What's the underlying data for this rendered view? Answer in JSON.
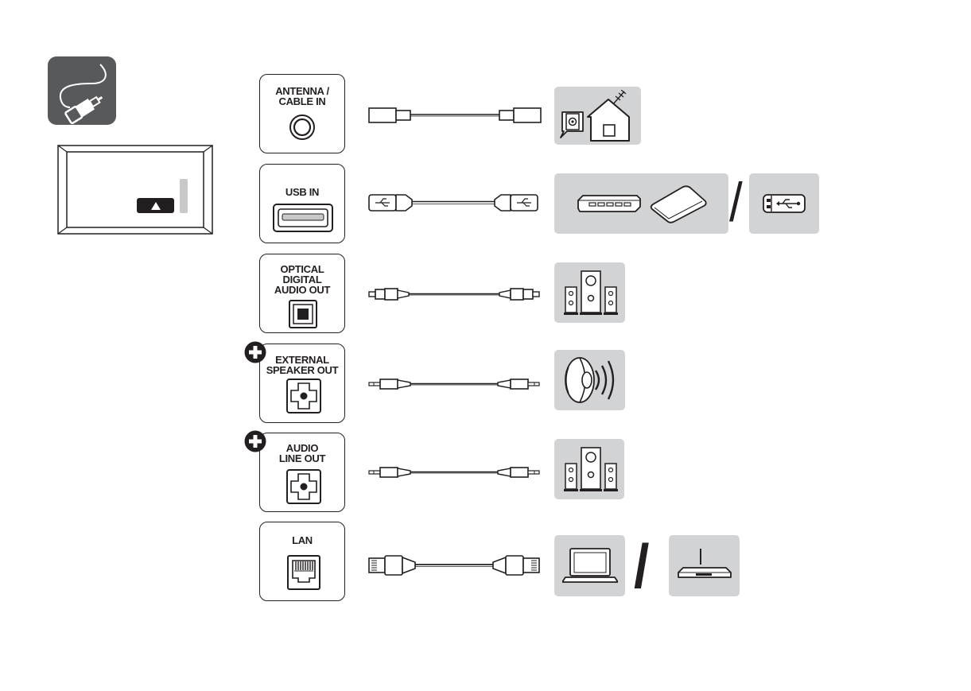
{
  "ports": [
    {
      "id": "antenna",
      "label": "ANTENNA /\nCABLE IN"
    },
    {
      "id": "usb",
      "label": "USB IN"
    },
    {
      "id": "optical",
      "label": "OPTICAL\nDIGITAL\nAUDIO OUT"
    },
    {
      "id": "speaker",
      "label": "EXTERNAL\nSPEAKER OUT"
    },
    {
      "id": "lineout",
      "label": "AUDIO\nLINE OUT"
    },
    {
      "id": "lan",
      "label": "LAN"
    }
  ],
  "separators": [
    "/",
    "/"
  ],
  "colors": {
    "line": "#231f20",
    "panel_gray": "#d2d3d5",
    "icon_tile": "#58595b",
    "tv_gray": "#c7c8ca"
  },
  "icons": {
    "header": "cable-plug-icon",
    "tv": "tv-rear-panel-icon",
    "devices": [
      "wall-outlet-house-antenna-icon",
      "set-top-box-icon",
      "external-hdd-icon",
      "usb-stick-icon",
      "speaker-system-icon",
      "speaker-cone-icon",
      "speaker-system-icon",
      "laptop-icon",
      "router-icon"
    ]
  }
}
